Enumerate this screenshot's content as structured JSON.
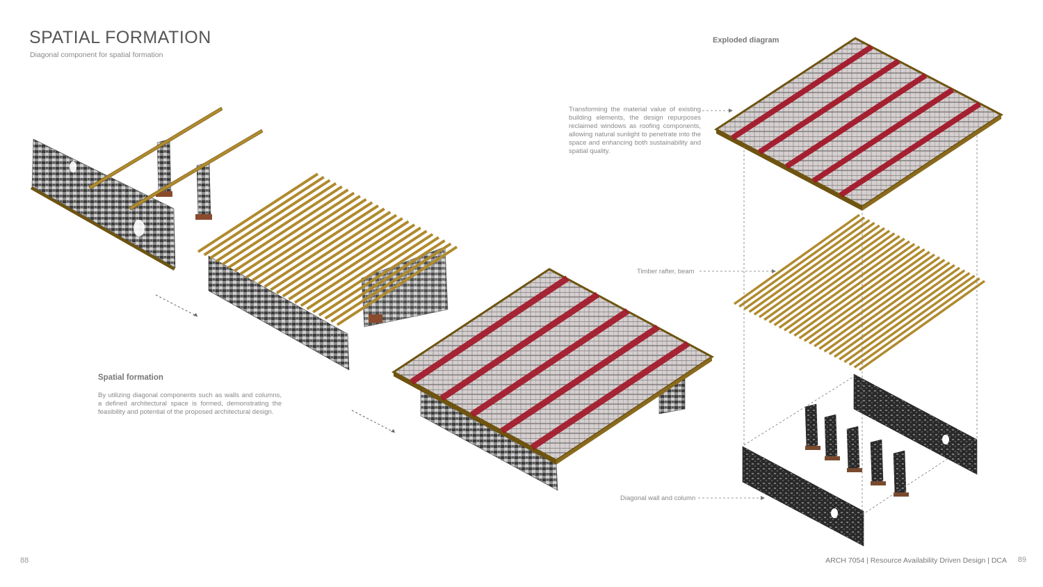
{
  "header": {
    "title": "SPATIAL FORMATION",
    "subtitle": "Diagonal component for spatial formation"
  },
  "exploded": {
    "title": "Exploded diagram",
    "roof_note": "Transforming the material value of existing building elements, the design repurposes reclaimed windows as roofing components, allowing natural sunlight to penetrate into the space and enhancing both sustainability and spatial quality.",
    "rafter_label": "Timber rafter, beam",
    "wall_label": "Diagonal wall and column"
  },
  "spatial_formation": {
    "heading": "Spatial formation",
    "body": "By utilizing diagonal components such as walls and columns, a defined architectural space is formed, demonstrating the feasibility and potential of the proposed architectural design."
  },
  "footer": {
    "page_left": "88",
    "course": "ARCH 7054 | Resource Availability Driven Design | DCA",
    "page_right": "89"
  },
  "colors": {
    "timber": "#b08a2e",
    "timber_dark": "#6e5410",
    "steel_red": "#a3182a",
    "glass": "#d9d2d2",
    "wall_dark": "#2f2f2f",
    "wall_light": "#9a9a9a"
  }
}
